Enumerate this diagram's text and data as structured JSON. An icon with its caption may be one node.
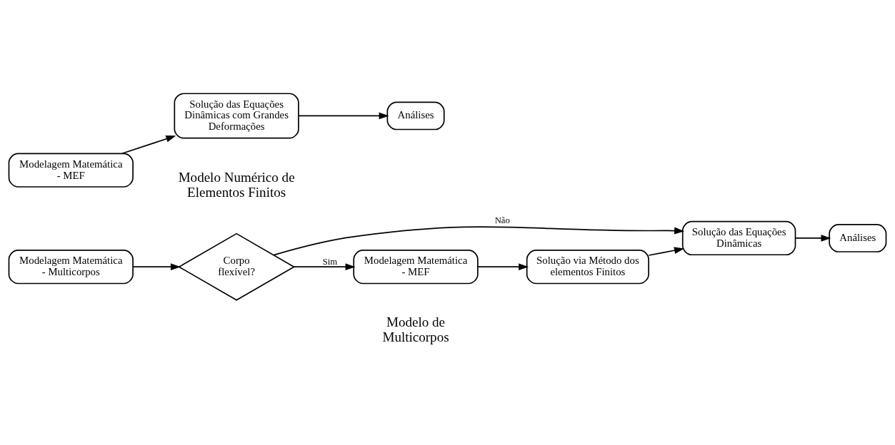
{
  "diagram": {
    "nodes": [
      {
        "text": [
          "Modelagem Matemática - Multicorpos"
        ]
      },
      {
        "text": [
          "Corpo flexível?"
        ]
      },
      {
        "text": [
          "Solução das Equações Dinâmicas"
        ]
      },
      {
        "text": [
          "Análises"
        ]
      },
      {
        "text": [
          "Modelagem Matemática - MEF"
        ]
      },
      {
        "text": [
          "Solução via Método dos elementos Finitos"
        ]
      },
      {
        "text": [
          "Modelagem Matemática - MEF"
        ]
      },
      {
        "text": [
          "Solução das Equações Dinâmicas com Grandes Deformações"
        ]
      },
      {
        "text": [
          "Análises"
        ]
      }
    ],
    "edges": [
      {
        "from": 0,
        "to": 1,
        "arrow": "to"
      },
      {
        "from": 1,
        "to": 2,
        "arrow": "to",
        "label": "Não"
      },
      {
        "from": 2,
        "to": 3,
        "arrow": "to"
      },
      {
        "from": 1,
        "to": 4,
        "arrow": "to",
        "label": "Sim"
      },
      {
        "from": 4,
        "to": 5,
        "arrow": "to"
      },
      {
        "from": 5,
        "to": 2,
        "arrow": "to"
      },
      {
        "from": 6,
        "to": 7,
        "arrow": "to"
      },
      {
        "from": 7,
        "to": 8,
        "arrow": "to"
      }
    ],
    "labels": [
      "Modelo de Multicorpos",
      "Modelo Numérico de Elementos Finitos"
    ]
  }
}
